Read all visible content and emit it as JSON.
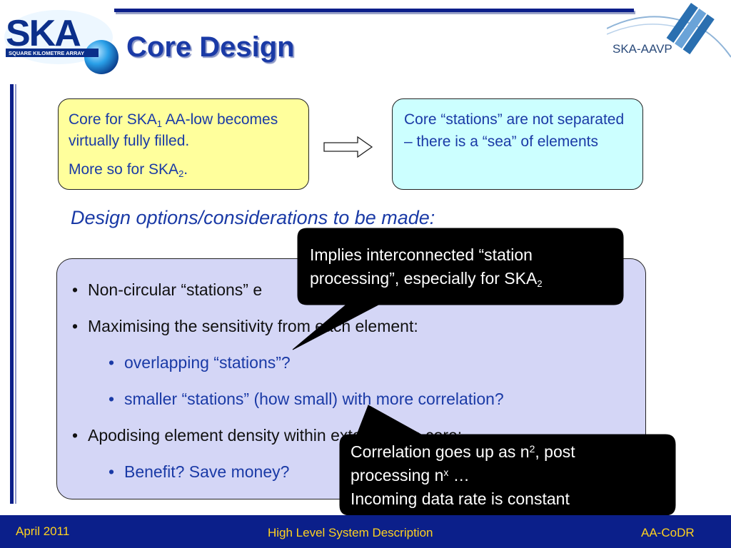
{
  "header": {
    "title": "Core Design",
    "logo_left_text": "SKA",
    "logo_left_sub": "SQUARE KILOMETRE ARRAY",
    "logo_right_text": "SKA-AAVP"
  },
  "yellow_box": {
    "line1_prefix": "Core for SKA",
    "line1_sub": "1",
    "line1_suffix": " AA-low becomes virtually fully filled.",
    "line2_prefix": "More so for SKA",
    "line2_sub": "2",
    "line2_suffix": "."
  },
  "cyan_box": {
    "text": "Core “stations” are not separated – there is a “sea” of elements"
  },
  "subtitle": "Design options/considerations to be made:",
  "bullets": [
    {
      "text": "Non-circular “stations” e"
    },
    {
      "text": "Maximising the sensitivity from each element:"
    },
    {
      "text": "overlapping “stations”?"
    },
    {
      "text": "smaller “stations” (how small) with more correlation?"
    },
    {
      "text": "Apodising element density within extent of the core:"
    },
    {
      "text": "Benefit? Save money?"
    }
  ],
  "callout_top": {
    "line1": "Implies interconnected “station",
    "line2_prefix": "processing”, especially for SKA",
    "line2_sub": "2"
  },
  "callout_bottom": {
    "line1_prefix": "Correlation goes up as n",
    "line1_sup": "2",
    "line1_suffix": ", post",
    "line2_prefix": "processing n",
    "line2_sup": "x",
    "line2_suffix": " …",
    "line3": "Incoming data rate is constant"
  },
  "footer": {
    "left": "April 2011",
    "center": "High Level System Description",
    "right": "AA-CoDR"
  },
  "colors": {
    "navy": "#0b1f8a",
    "title_blue": "#1a3aa6",
    "yellow_box": "#ffff9c",
    "cyan_box": "#ccffff",
    "main_box": "#d4d6f6",
    "footer_text": "#ffd21f"
  }
}
